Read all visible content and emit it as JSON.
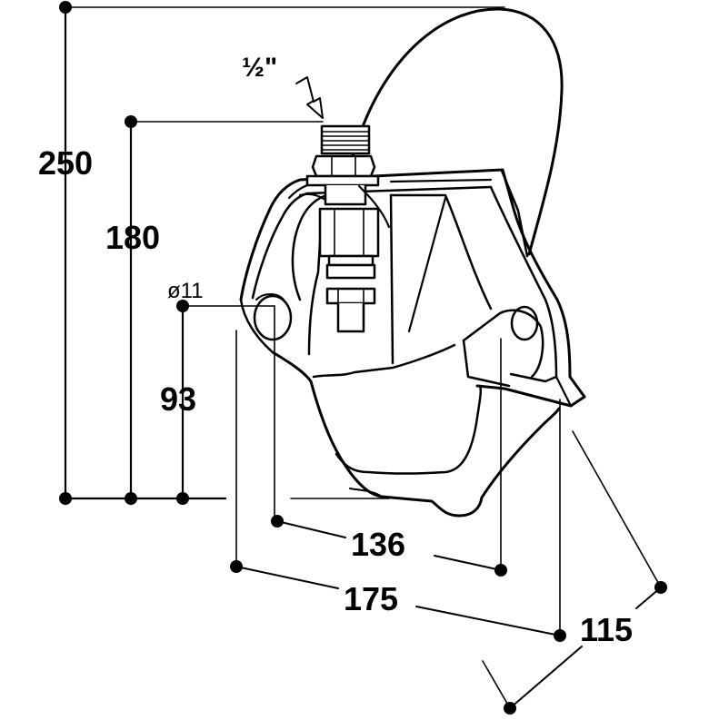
{
  "dimensions": {
    "overall_height": "250",
    "inlet_height": "180",
    "hole_height": "93",
    "hole_diameter": "ø11",
    "inner_width": "136",
    "outer_width": "175",
    "depth": "115",
    "thread_size": "½\""
  }
}
